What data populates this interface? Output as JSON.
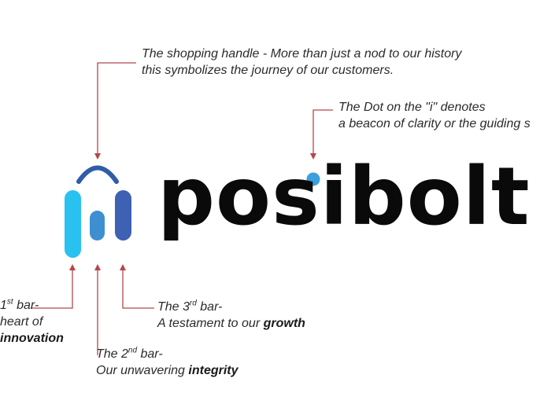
{
  "brand": {
    "wordmark": "posibolt",
    "colors": {
      "bar_1": "#29c1f0",
      "bar_2": "#3d8fd2",
      "bar_3": "#3f61b3",
      "handle": "#2f5da8",
      "dot": "#3aa0de",
      "text": "#0a0a0a",
      "leader_line": "#b5464a"
    }
  },
  "annotations": {
    "handle": {
      "line1": "The shopping handle - More than just a nod to our history",
      "line2": "this symbolizes the journey of our customers."
    },
    "dot": {
      "line1": "The Dot on the \"i\" denotes",
      "line2": "a beacon of clarity or the guiding s"
    },
    "bar1": {
      "num": "1",
      "sup": "st",
      "rest": " bar-",
      "line2": "heart of",
      "emphasis": "innovation"
    },
    "bar2": {
      "pre": "The 2",
      "sup": "nd",
      "rest": " bar-",
      "line2": "Our unwavering ",
      "emphasis": "integrity"
    },
    "bar3": {
      "pre": "The 3",
      "sup": "rd",
      "rest": " bar-",
      "line2": "A testament to our ",
      "emphasis": "growth"
    }
  }
}
